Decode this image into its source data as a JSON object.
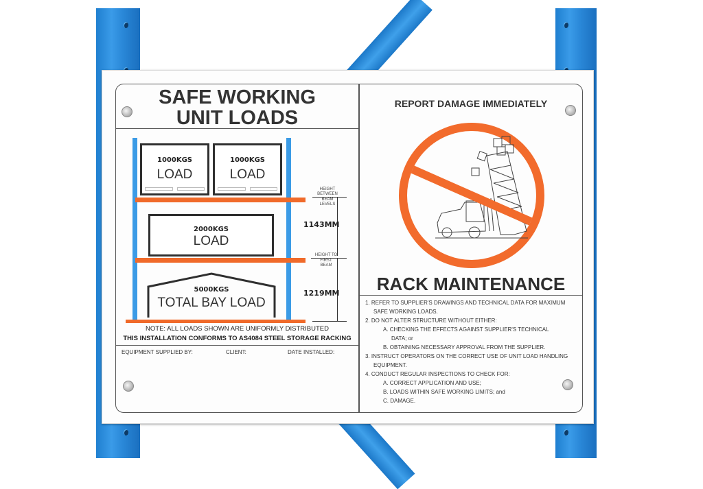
{
  "left_panel": {
    "title_line1": "SAFE WORKING",
    "title_line2": "UNIT LOADS",
    "loads": [
      {
        "weight": "1000KGS",
        "label": "LOAD"
      },
      {
        "weight": "1000KGS",
        "label": "LOAD"
      },
      {
        "weight": "2000KGS",
        "label": "LOAD"
      },
      {
        "weight": "5000KGS",
        "label": "TOTAL BAY LOAD"
      }
    ],
    "dimensions": {
      "beam_levels_label": [
        "HEIGHT",
        "BETWEEN",
        "BEAM",
        "LEVELS"
      ],
      "beam_levels_value": "1143MM",
      "first_beam_label": [
        "HEIGHT TO",
        "FIRST",
        "BEAM"
      ],
      "first_beam_value": "1219MM"
    },
    "note": "NOTE: ALL LOADS SHOWN ARE UNIFORMLY DISTRIBUTED",
    "conformance": "THIS INSTALLATION CONFORMS TO AS4084 STEEL STORAGE RACKING",
    "footer_fields": {
      "equipment": "EQUIPMENT SUPPLIED BY:",
      "client": "CLIENT:",
      "date": "DATE INSTALLED:"
    }
  },
  "right_panel": {
    "header": "REPORT DAMAGE IMMEDIATELY",
    "pictogram": "no-forklift-collision-icon",
    "title": "RACK MAINTENANCE",
    "rules": [
      {
        "n": "1.",
        "text": "REFER TO SUPPLIER'S DRAWINGS AND TECHNICAL DATA FOR MAXIMUM",
        "cont": "SAFE WORKING LOADS."
      },
      {
        "n": "2.",
        "text": "DO NOT ALTER STRUCTURE WITHOUT EITHER:",
        "subs": [
          {
            "text": "A. CHECKING THE EFFECTS AGAINST SUPPLIER'S TECHNICAL",
            "cont": "DATA; or"
          },
          {
            "text": "B. OBTAINING NECESSARY APPROVAL FROM THE SUPPLIER."
          }
        ]
      },
      {
        "n": "3.",
        "text": "INSTRUCT OPERATORS ON THE CORRECT USE OF UNIT LOAD HANDLING",
        "cont": "EQUIPMENT."
      },
      {
        "n": "4.",
        "text": "CONDUCT REGULAR INSPECTIONS TO CHECK FOR:",
        "subs": [
          {
            "text": "A. CORRECT APPLICATION AND USE;"
          },
          {
            "text": "B. LOADS WITHIN SAFE WORKING LIMITS; and"
          },
          {
            "text": "C. DAMAGE."
          }
        ]
      }
    ]
  },
  "colors": {
    "rack_blue": "#2a88d8",
    "beam_orange": "#f06a2a",
    "prohibition_orange": "#f26b2c",
    "text_dark": "#333333"
  }
}
